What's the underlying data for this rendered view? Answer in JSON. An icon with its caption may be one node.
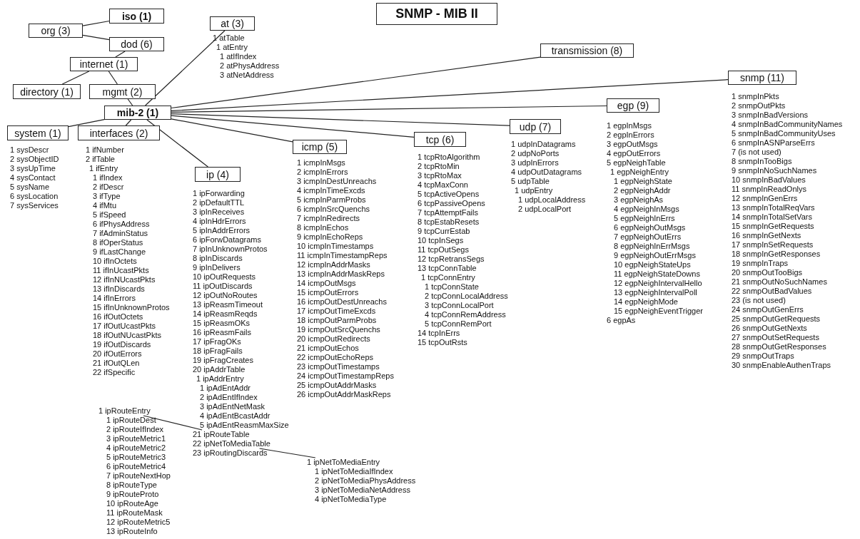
{
  "diagram": {
    "title": "SNMP - MIB II",
    "nodes": [
      {
        "text": [
          "iso (1)"
        ]
      },
      {
        "text": [
          "org (3)"
        ]
      },
      {
        "text": [
          "dod (6)"
        ]
      },
      {
        "text": [
          "internet (1)"
        ]
      },
      {
        "text": [
          "directory (1)"
        ]
      },
      {
        "text": [
          "mgmt (2)"
        ]
      },
      {
        "text": [
          "mib-2 (1)"
        ]
      },
      {
        "text": [
          "system (1)"
        ],
        "beside": [
          "1 sysDescr",
          "2 sysObjectID",
          "3 sysUpTime",
          "4 sysContact",
          "5 sysName",
          "6 sysLocation",
          "7 sysServices"
        ]
      },
      {
        "text": [
          "interfaces (2)"
        ],
        "beside": [
          "1 ifNumber",
          "2 ifTable",
          "1 ifEntry",
          "1 ifIndex",
          "2 ifDescr",
          "3 ifType",
          "4 ifMtu",
          "5 ifSpeed",
          "6 ifPhysAddress",
          "7 ifAdminStatus",
          "8 ifOperStatus",
          "9 ifLastChange",
          "10 ifInOctets",
          "11 ifInUcastPkts",
          "12 ifInNUcastPkts",
          "13 ifInDiscards",
          "14 ifInErrors",
          "15 ifInUnknownProtos",
          "16 ifOutOctets",
          "17 ifOutUcastPkts",
          "18 ifOutNUcastPkts",
          "19 ifOutDiscards",
          "20 ifOutErrors",
          "21 ifOutQLen",
          "22 ifSpecific"
        ]
      },
      {
        "text": [
          "at (3)"
        ],
        "beside": [
          "1 atTable",
          "1 atEntry",
          "1 atIfIndex",
          "2 atPhysAddress",
          "3 atNetAddress"
        ]
      },
      {
        "text": [
          "ip (4)"
        ],
        "beside": [
          "1 ipForwarding",
          "2 ipDefaultTTL",
          "3 ipInReceives",
          "4 ipInHdrErrors",
          "5 ipInAddrErrors",
          "6 ipForwDatagrams",
          "7 ipInUnknownProtos",
          "8 ipInDiscards",
          "9 ipInDelivers",
          "10 ipOutRequests",
          "11 ipOutDiscards",
          "12 ipOutNoRoutes",
          "13 ipReasmTimeout",
          "14 ipReasmReqds",
          "15 ipReasmOKs",
          "16 ipReasmFails",
          "17 ipFragOKs",
          "18 ipFragFails",
          "19 ipFragCreates",
          "20 ipAddrTable",
          "1 ipAddrEntry",
          "1 ipAdEntAddr",
          "2 ipAdEntIfIndex",
          "3 ipAdEntNetMask",
          "4 ipAdEntBcastAddr",
          "5 ipAdEntReasmMaxSize"
        ]
      },
      {
        "text": [
          "icmp (5)"
        ],
        "beside": [
          "1 icmpInMsgs",
          "2 icmpInErrors",
          "3 icmpInDestUnreachs",
          "4 icmpInTimeExcds",
          "5 icmpInParmProbs",
          "6 icmpInSrcQuenchs",
          "7 icmpInRedirects",
          "8 icmpInEchos",
          "9 icmpInEchoReps",
          "10 icmpInTimestamps",
          "11 icmpInTimestampReps",
          "12 icmpInAddrMasks",
          "13 icmpInAddrMaskReps",
          "14 icmpOutMsgs",
          "15 icmpOutErrors",
          "16 icmpOutDestUnreachs",
          "17 icmpOutTimeExcds",
          "18 icmpOutParmProbs",
          "19 icmpOutSrcQuenchs",
          "20 icmpOutRedirects",
          "21 icmpOutEchos",
          "22 icmpOutEchoReps",
          "23 icmpOutTimestamps",
          "24 icmpOutTimestampReps",
          "25 icmpOutAddrMasks",
          "26 icmpOutAddrMaskReps"
        ]
      },
      {
        "text": [
          "tcp (6)"
        ],
        "beside": [
          "1 tcpRtoAlgorithm",
          "2 tcpRtoMin",
          "3 tcpRtoMax",
          "4 tcpMaxConn",
          "5 tcpActiveOpens",
          "6 tcpPassiveOpens",
          "7 tcpAttemptFails",
          "8 tcpEstabResets",
          "9 tcpCurrEstab",
          "10 tcpInSegs",
          "11 tcpOutSegs",
          "12 tcpRetransSegs",
          "13 tcpConnTable",
          "1 tcpConnEntry",
          "1 tcpConnState",
          "2 tcpConnLocalAddress",
          "3 tcpConnLocalPort",
          "4 tcpConnRemAddress",
          "5 tcpConnRemPort",
          "14 tcpInErrs",
          "15 tcpOutRsts"
        ]
      },
      {
        "text": [
          "udp (7)"
        ],
        "beside": [
          "1 udpInDatagrams",
          "2 udpNoPorts",
          "3 udpInErrors",
          "4 udpOutDatagrams",
          "5 udpTable",
          "1 udpEntry",
          "1 udpLocalAddress",
          "2 udpLocalPort"
        ]
      },
      {
        "text": [
          "egp (9)"
        ],
        "beside": [
          "1 egpInMsgs",
          "2 egpInErrors",
          "3 egpOutMsgs",
          "4 egpOutErrors",
          "5 egpNeighTable",
          "1 egpNeighEntry",
          "1 egpNeighState",
          "2 egpNeighAddr",
          "3 egpNeighAs",
          "4 egpNeighInMsgs",
          "5 egpNeighInErrs",
          "6 egpNeighOutMsgs",
          "7 egpNeighOutErrs",
          "8 egpNeighInErrMsgs",
          "9 egpNeighOutErrMsgs",
          "10 egpNeighStateUps",
          "11 egpNeighStateDowns",
          "12 egpNeighIntervalHello",
          "13 egpNeighIntervalPoll",
          "14 egpNeighMode",
          "15 egpNeighEventTrigger",
          "6 egpAs"
        ]
      },
      {
        "text": [
          "transmission (8)"
        ]
      },
      {
        "text": [
          "snmp (11)"
        ],
        "beside": [
          "1 snmpInPkts",
          "2 snmpOutPkts",
          "3 snmpInBadVersions",
          "4 snmpInBadCommunityNames",
          "5 snmpInBadCommunityUses",
          "6 snmpInASNParseErrs",
          "7 (is not used)",
          "8 snmpInTooBigs",
          "9 snmpInNoSuchNames",
          "10 snmpInBadValues",
          "11 snmpInReadOnlys",
          "12 snmpInGenErrs",
          "13 snmpInTotalReqVars",
          "14 snmpInTotalSetVars",
          "15 snmpInGetRequests",
          "16 snmpInGetNexts",
          "17 snmpInSetRequests",
          "18 snmpInGetResponses",
          "19 snmpInTraps",
          "20 snmpOutTooBigs",
          "21 snmpOutNoSuchNames",
          "22 snmpOutBadValues",
          "23 (is not used)",
          "24 snmpOutGenErrs",
          "25 snmpOutGetRequests",
          "26 snmpOutGetNexts",
          "27 snmpOutSetRequests",
          "28 snmpOutGetResponses",
          "29 snmpOutTraps",
          "30 snmpEnableAuthenTraps"
        ]
      },
      {
        "text": [
          "21 ipRouteTable"
        ]
      },
      {
        "text": [
          "22 ipNetToMediaTable"
        ]
      },
      {
        "text": [
          "1 ipRouteEntry"
        ],
        "beside": [
          "1 ipRouteDest",
          "2 ipRouteIfIndex",
          "3 ipRouteMetric1",
          "4 ipRouteMetric2",
          "5 ipRouteMetric3",
          "6 ipRouteMetric4",
          "7 ipRouteNextHop",
          "8 ipRouteType",
          "9 ipRouteProto",
          "10 ipRouteAge",
          "11 ipRouteMask",
          "12 ipRouteMetric5",
          "13 ipRouteInfo"
        ]
      },
      {
        "text": [
          "1 ipNetToMediaEntry"
        ],
        "beside": [
          "1 ipNetToMediaIfIndex",
          "2 ipNetToMediaPhysAddress",
          "3 ipNetToMediaNetAddress",
          "4 ipNetToMediaType"
        ]
      }
    ],
    "edges": [
      {
        "from": 0,
        "to": 1,
        "arrow": "none"
      },
      {
        "from": 1,
        "to": 2,
        "arrow": "none"
      },
      {
        "from": 2,
        "to": 3,
        "arrow": "none"
      },
      {
        "from": 3,
        "to": 4,
        "arrow": "none"
      },
      {
        "from": 3,
        "to": 5,
        "arrow": "none"
      },
      {
        "from": 5,
        "to": 6,
        "arrow": "none"
      },
      {
        "from": 6,
        "to": 7,
        "arrow": "none"
      },
      {
        "from": 6,
        "to": 8,
        "arrow": "none"
      },
      {
        "from": 6,
        "to": 9,
        "arrow": "none"
      },
      {
        "from": 6,
        "to": 10,
        "arrow": "none"
      },
      {
        "from": 6,
        "to": 11,
        "arrow": "none"
      },
      {
        "from": 6,
        "to": 12,
        "arrow": "none"
      },
      {
        "from": 6,
        "to": 13,
        "arrow": "none"
      },
      {
        "from": 6,
        "to": 14,
        "arrow": "none"
      },
      {
        "from": 6,
        "to": 15,
        "arrow": "none"
      },
      {
        "from": 6,
        "to": 16,
        "arrow": "none"
      },
      {
        "from": 19,
        "to": 17,
        "arrow": "none"
      },
      {
        "from": 18,
        "to": 20,
        "arrow": "none"
      }
    ],
    "labels": [
      "23 ipRoutingDiscards"
    ]
  }
}
